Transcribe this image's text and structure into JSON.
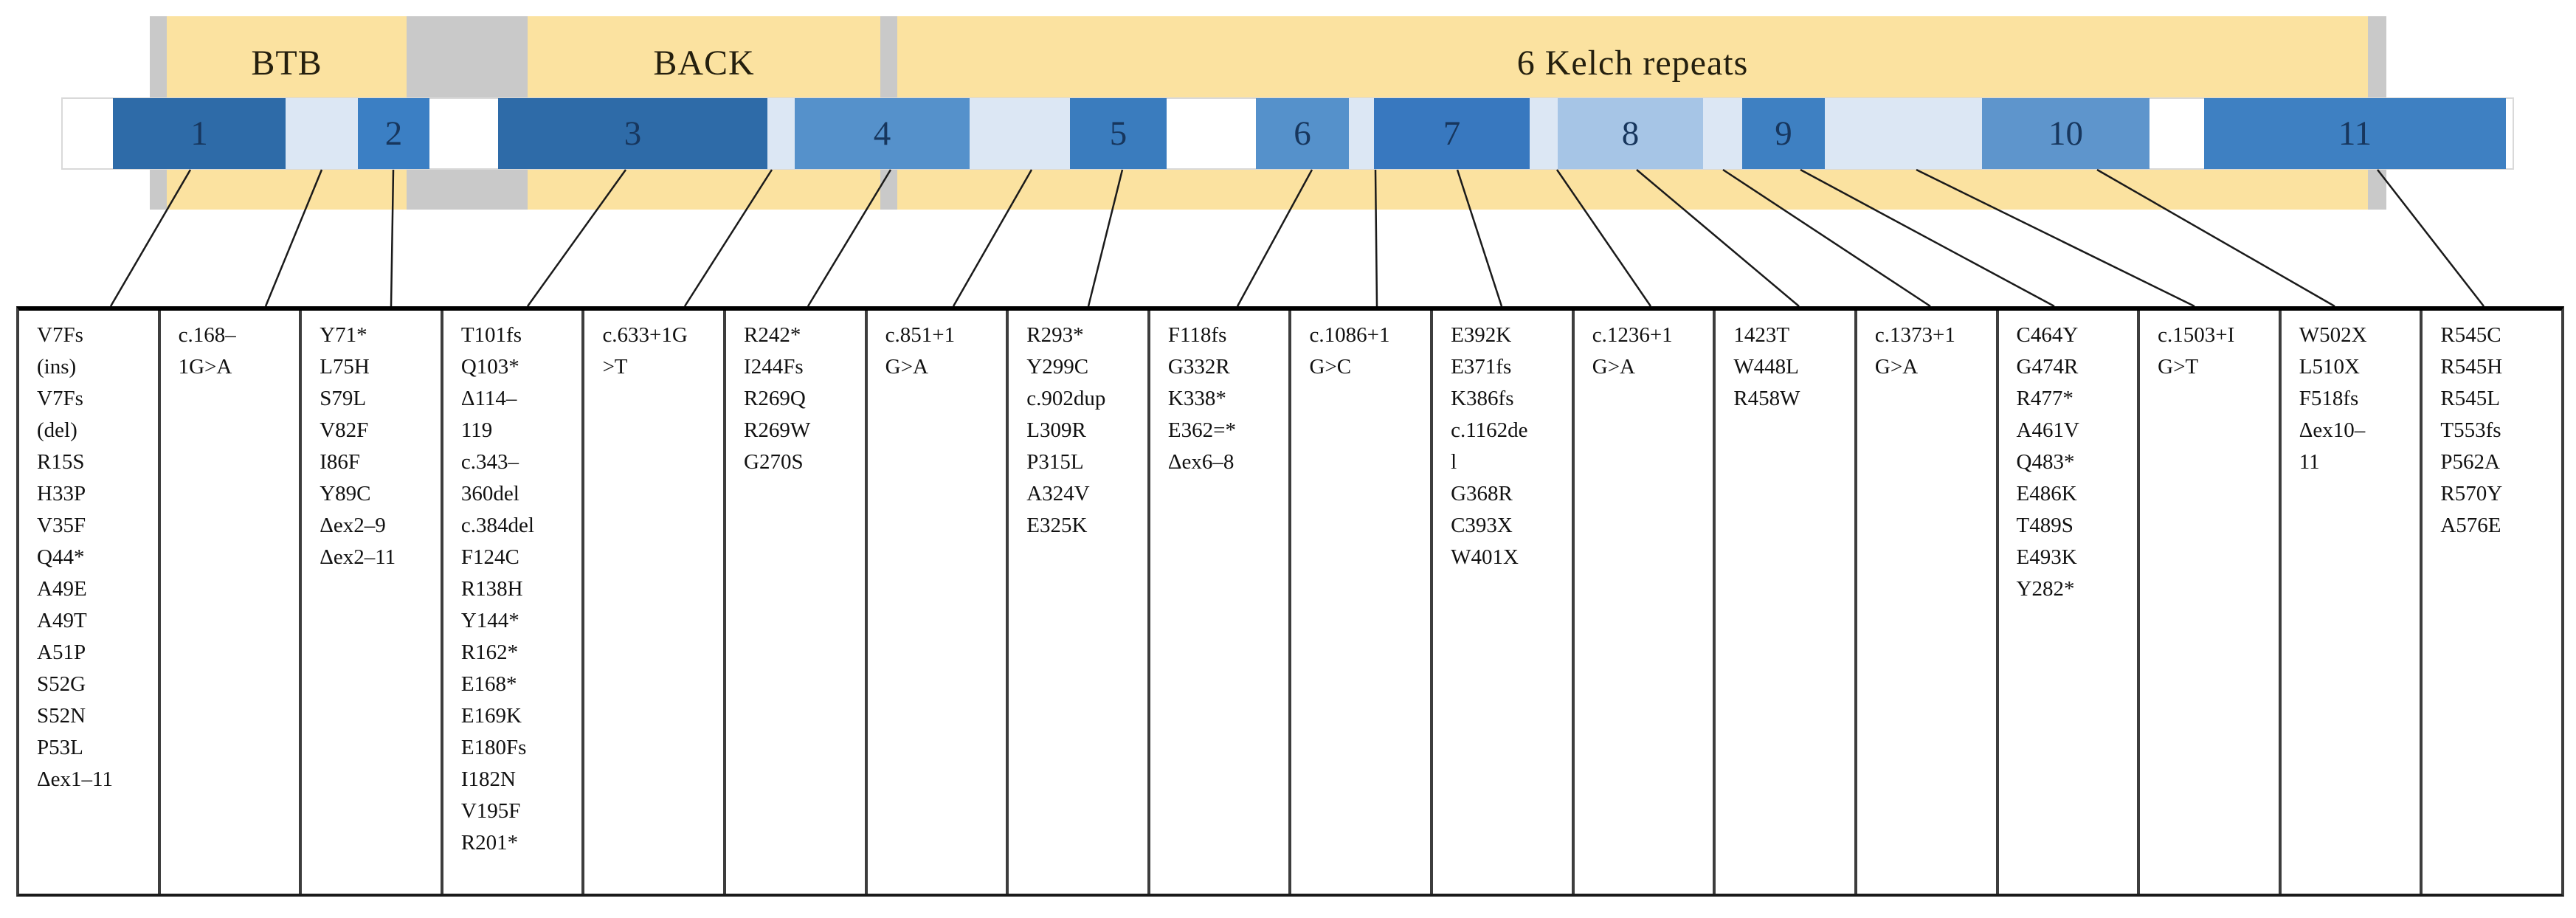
{
  "figure": {
    "type": "gene-domain-mutation-map",
    "domains": [
      {
        "label": "BTB"
      },
      {
        "label": "BACK"
      },
      {
        "label": "6 Kelch repeats"
      }
    ],
    "exons": [
      "1",
      "2",
      "3",
      "4",
      "5",
      "6",
      "7",
      "8",
      "9",
      "10",
      "11"
    ],
    "mutation_boxes": [
      {
        "lines": [
          "V7Fs",
          "(ins)",
          "V7Fs",
          "(del)",
          "R15S",
          "H33P",
          "V35F",
          "Q44*",
          "A49E",
          "A49T",
          "A51P",
          "S52G",
          "S52N",
          "P53L",
          "Δex1–11"
        ]
      },
      {
        "lines": [
          "c.168–",
          "1G>A"
        ]
      },
      {
        "lines": [
          "Y71*",
          "L75H",
          "S79L",
          "V82F",
          "I86F",
          "Y89C",
          "Δex2–9",
          "Δex2–11"
        ]
      },
      {
        "lines": [
          "T101fs",
          "Q103*",
          "Δ114–",
          "119",
          "c.343–",
          "360del",
          "c.384del",
          "F124C",
          "R138H",
          "Y144*",
          "R162*",
          "E168*",
          "E169K",
          "E180Fs",
          "I182N",
          "V195F",
          "R201*"
        ]
      },
      {
        "lines": [
          "c.633+1G",
          ">T"
        ]
      },
      {
        "lines": [
          "R242*",
          "I244Fs",
          "R269Q",
          "R269W",
          "G270S"
        ]
      },
      {
        "lines": [
          "c.851+1",
          "G>A"
        ]
      },
      {
        "lines": [
          "R293*",
          "Y299C",
          "c.902dup",
          "L309R",
          "P315L",
          "A324V",
          "E325K"
        ]
      },
      {
        "lines": [
          "F118fs",
          "G332R",
          "K338*",
          "E362=*",
          "Δex6–8"
        ]
      },
      {
        "lines": [
          "c.1086+1",
          "G>C"
        ]
      },
      {
        "lines": [
          "E392K",
          "E371fs",
          "K386fs",
          "c.1162de",
          "l",
          "G368R",
          "C393X",
          "W401X"
        ]
      },
      {
        "lines": [
          "c.1236+1",
          "G>A"
        ]
      },
      {
        "lines": [
          "1423T",
          "W448L",
          "R458W"
        ]
      },
      {
        "lines": [
          "c.1373+1",
          "G>A"
        ]
      },
      {
        "lines": [
          "C464Y",
          "G474R",
          "R477*",
          "A461V",
          "Q483*",
          "E486K",
          "T489S",
          "E493K",
          "Y282*"
        ]
      },
      {
        "lines": [
          "c.1503+I",
          "G>T"
        ]
      },
      {
        "lines": [
          "W502X",
          "L510X",
          "F518fs",
          "Δex10–",
          "11"
        ]
      },
      {
        "lines": [
          "R545C",
          "R545H",
          "R545L",
          "T553fs",
          "P562A",
          "R570Y",
          "A576E"
        ]
      }
    ],
    "colors": {
      "domain_yellow": "#fbe2a0",
      "domain_gray": "#c9c9c9",
      "intron_fill": "#dce7f4",
      "band_border": "#d9d9d9",
      "exon_label": "#17365d",
      "domain_label": "#241f0e",
      "connector": "#1a1a1a",
      "table_border": "#000000",
      "cell_divider": "#3d3d3d",
      "exon_fills": [
        "#2e6ba8",
        "#3b7fc4",
        "#2e6ba8",
        "#5591cb",
        "#3a7cbe",
        "#5591cb",
        "#3878bf",
        "#a6c5e6",
        "#3e80c2",
        "#5e95cc",
        "#3e80c2"
      ]
    }
  }
}
